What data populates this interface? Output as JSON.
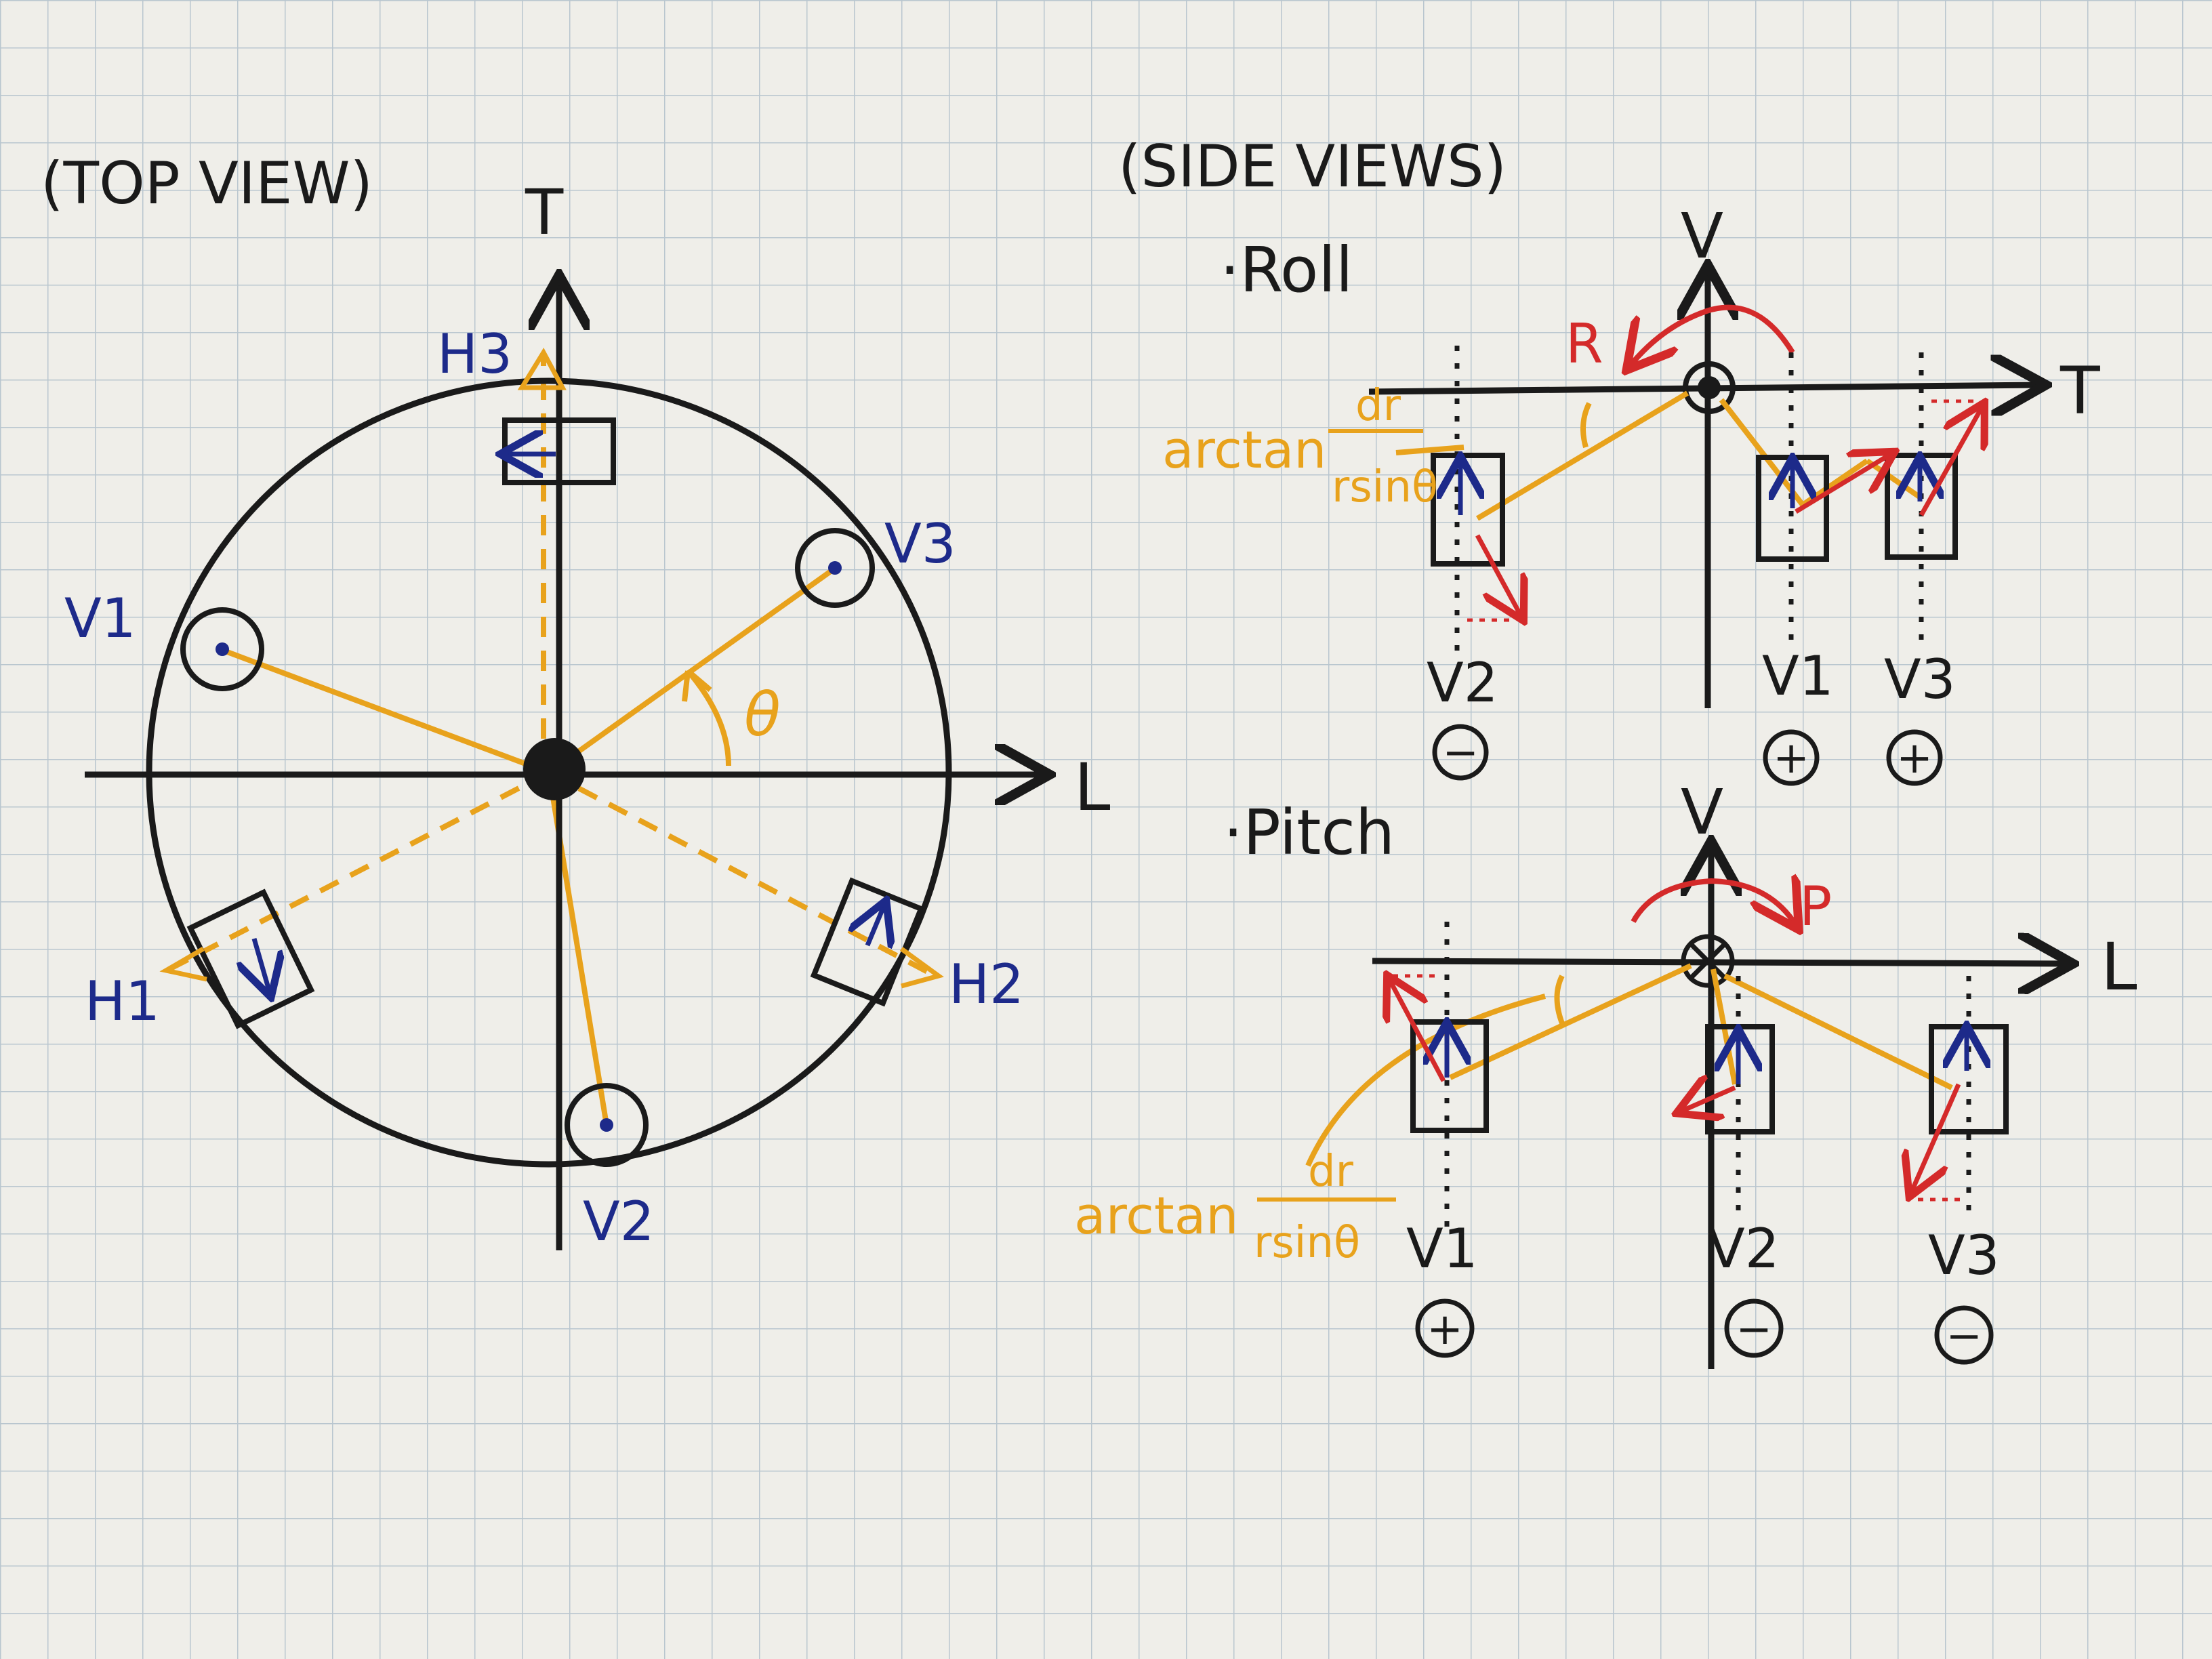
{
  "colors": {
    "paper": "#efeee9",
    "grid": "#b9c6cf",
    "ink": "#1a1a1a",
    "blue": "#1d2a8a",
    "red": "#d42a2a",
    "orange": "#e8a21c"
  },
  "top_view": {
    "title": "(TOP VIEW)",
    "axis_t": "T",
    "axis_l": "L",
    "angle": "θ",
    "thrusters": {
      "v1": "V1",
      "v2": "V2",
      "v3": "V3",
      "h1": "H1",
      "h2": "H2",
      "h3": "H3"
    }
  },
  "side_views": {
    "title": "(SIDE VIEWS)",
    "roll": {
      "label": "·Roll",
      "axis_v": "V",
      "axis_t": "T",
      "rotation": "R",
      "formula": {
        "func": "arctan",
        "num": "dr",
        "den": "rsinθ"
      },
      "thrusters": [
        {
          "name": "V2",
          "sign": "−"
        },
        {
          "name": "V1",
          "sign": "+"
        },
        {
          "name": "V3",
          "sign": "+"
        }
      ]
    },
    "pitch": {
      "label": "·Pitch",
      "axis_v": "V",
      "axis_l": "L",
      "rotation": "P",
      "formula": {
        "func": "arctan",
        "num": "dr",
        "den": "rsinθ"
      },
      "thrusters": [
        {
          "name": "V1",
          "sign": "+"
        },
        {
          "name": "V2",
          "sign": "−"
        },
        {
          "name": "V3",
          "sign": "−"
        }
      ]
    }
  }
}
